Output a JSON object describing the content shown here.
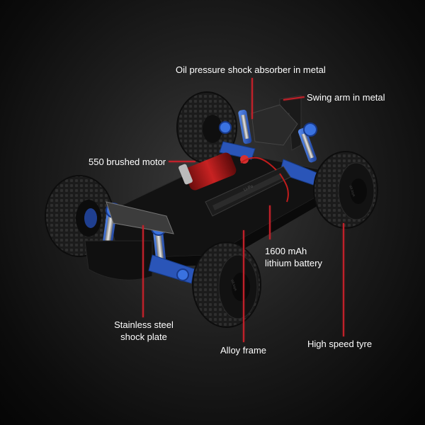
{
  "callouts": {
    "shock_absorber": "Oil  pressure shock absorber in metal",
    "swing_arm": "Swing arm in metal",
    "motor": "550 brushed motor",
    "battery_line1": "1600 mAh",
    "battery_line2": "lithium battery",
    "shock_plate_line1": "Stainless steel",
    "shock_plate_line2": "shock plate",
    "frame": "Alloy frame",
    "tyre": "High speed tyre"
  },
  "colors": {
    "leader_line": "#c0202a",
    "label_text": "#ffffff",
    "metal_blue": "#2a5fc8",
    "tyre": "#1a1a1a",
    "motor_red": "#b01818",
    "chassis": "#141414"
  }
}
